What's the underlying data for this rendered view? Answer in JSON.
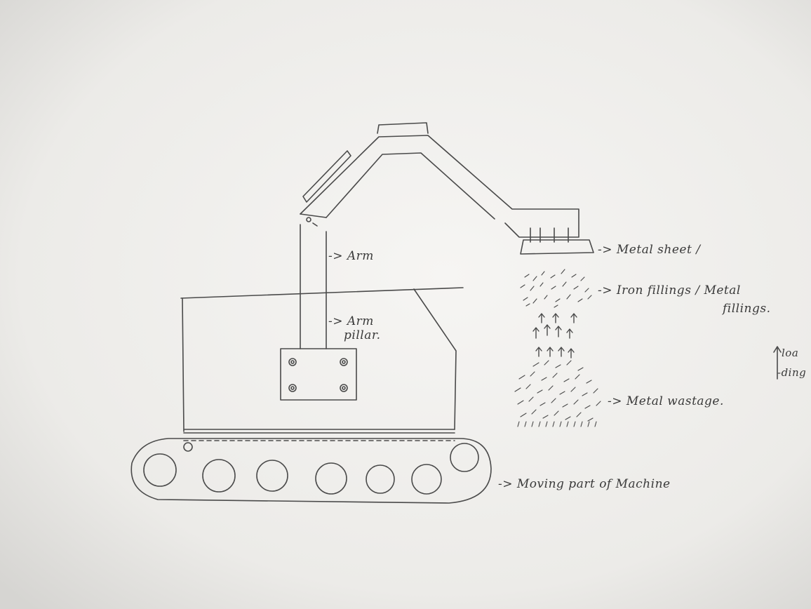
{
  "labels": {
    "arm": "-> Arm",
    "arm_pillar_1": "-> Arm",
    "arm_pillar_2": "pillar.",
    "metal_sheet": "-> Metal sheet /",
    "iron_fillings_1": "-> Iron fillings / Metal",
    "iron_fillings_2": "fillings.",
    "metal_wastage": "-> Metal wastage.",
    "moving_part": "-> Moving part of Machine",
    "loading_1": "loa",
    "loading_2": "-ding"
  },
  "colors": {
    "paper": "#f3f2ef",
    "pencil": "#4a4a4a"
  }
}
